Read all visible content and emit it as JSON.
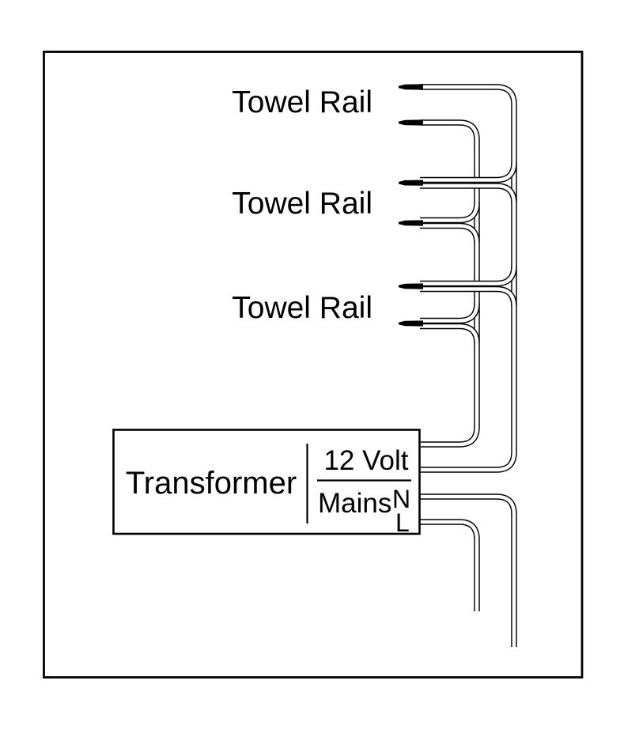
{
  "diagram": {
    "background_color": "#ffffff",
    "line_color": "#000000",
    "rails": [
      {
        "label": "Towel Rail"
      },
      {
        "label": "Towel Rail"
      },
      {
        "label": "Towel Rail"
      }
    ],
    "transformer": {
      "name": "Transformer",
      "output_label": "12 Volt",
      "input_label": "Mains",
      "neutral": "N",
      "live": "L"
    }
  }
}
